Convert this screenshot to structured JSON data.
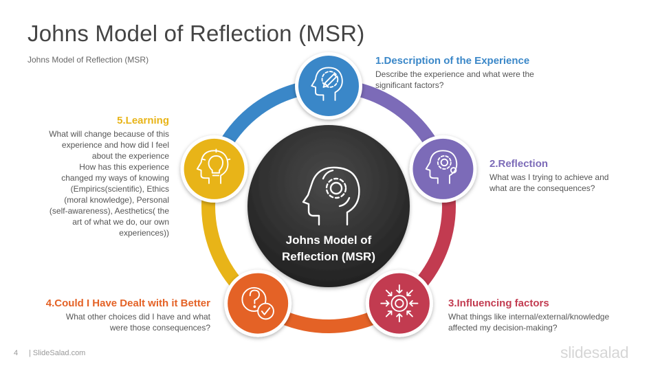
{
  "slide": {
    "title": "Johns Model of Reflection (MSR)",
    "subtitle": "Johns Model of Reflection (MSR)",
    "page_number": "4",
    "footer_site": "| SlideSalad.com",
    "logo_text": "slidesalad"
  },
  "center": {
    "label": "Johns Model of\nReflection (MSR)"
  },
  "steps": [
    {
      "title": "1.Description of the Experience",
      "text": "Describe the experience and what were the\nsignificant  factors?",
      "color": "#3a87c8",
      "icon": "head-pencil-icon"
    },
    {
      "title": "2.Reflection",
      "text": "What was I trying to achieve and\nwhat are the consequences?",
      "color": "#7c6bb8",
      "icon": "head-gear-icon"
    },
    {
      "title": "3.Influencing factors",
      "text": "What things like internal/external/knowledge\naffected my decision-making?",
      "color": "#c23b50",
      "icon": "inward-arrows-icon"
    },
    {
      "title": "4.Could I Have Dealt with it Better",
      "text": "What other choices did I have and what\nwere those consequences?",
      "color": "#e46226",
      "icon": "question-check-icon"
    },
    {
      "title": "5.Learning",
      "text": "What will change because of this\nexperience and how did I feel\nabout the experience\nHow has this experience\nchanged  my ways of knowing\n(Empirics(scientific),  Ethics\n(moral knowledge),  Personal\n(self-awareness), Aesthetics( the\nart of what we do, our own\nexperiences))",
      "color": "#e8b418",
      "icon": "head-lightbulb-icon"
    }
  ],
  "colors": {
    "center": "#3a3a3a",
    "title": "#444444"
  }
}
